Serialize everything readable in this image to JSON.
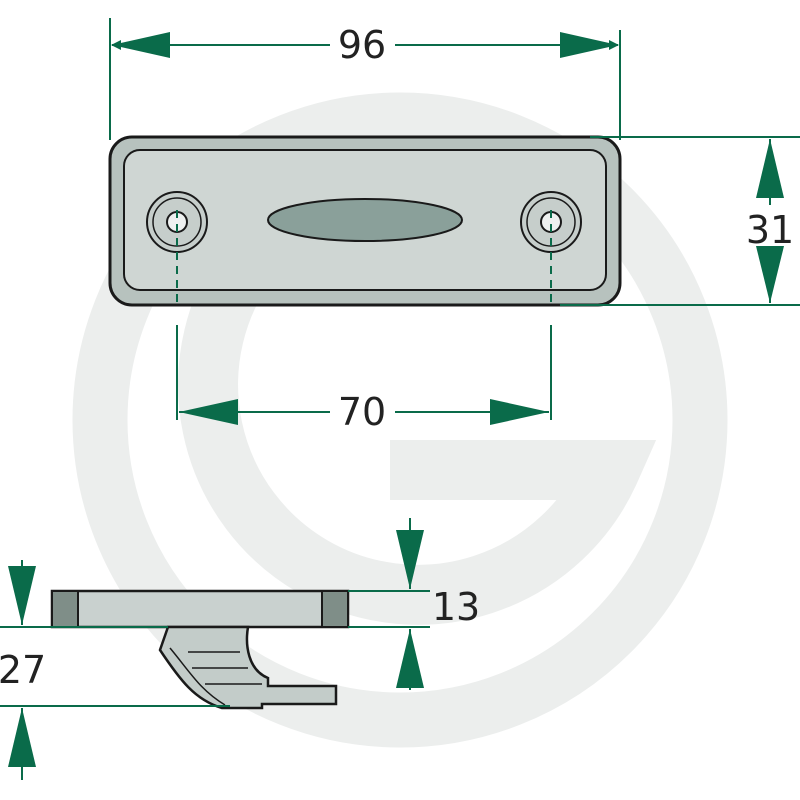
{
  "colors": {
    "dimension_line": "#0a6b4a",
    "outline": "#1a1a1a",
    "body_fill": "#c9d1cf",
    "body_dark": "#8a9a94",
    "watermark": "#e9ecea"
  },
  "dimensions": {
    "overall_length": "96",
    "height": "31",
    "hole_spacing": "70",
    "plate_thickness": "13",
    "total_depth": "27"
  },
  "watermark_icon": "logo-g-watermark"
}
